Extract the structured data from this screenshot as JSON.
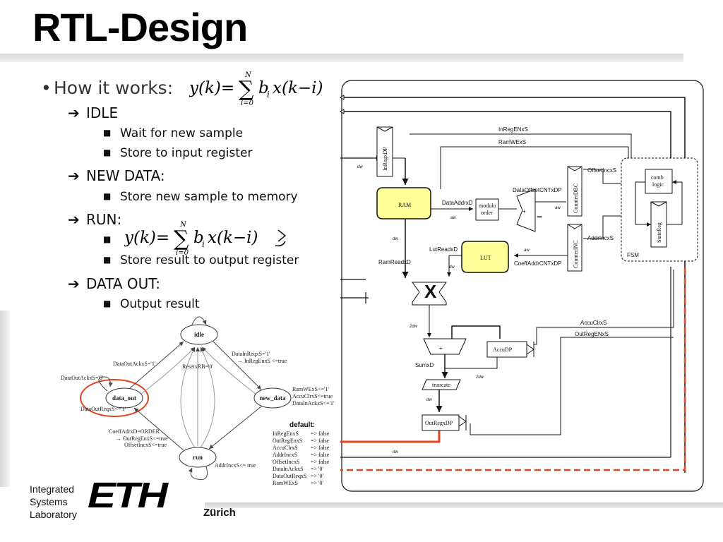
{
  "slide": {
    "title": "RTL-Design",
    "bullet_main": "How it works:",
    "equation_main": "y(k) = ∑ bᵢx(k − i)",
    "sum_upper": "N",
    "sum_lower": "i=0",
    "states": [
      {
        "name": "IDLE",
        "items": [
          "Wait for new sample",
          "Store to input register"
        ]
      },
      {
        "name": "NEW DATA:",
        "items": [
          "Store new sample to memory"
        ]
      },
      {
        "name": "RUN:",
        "items": [
          "Store result to output register"
        ]
      },
      {
        "name": "DATA OUT:",
        "items": [
          "Output result"
        ]
      }
    ],
    "run_equation": "y(k) = ∑ bᵢx(k − i)"
  },
  "state_machine": {
    "states": [
      "idle",
      "new_data",
      "run",
      "data_out"
    ],
    "highlight_state": "data_out",
    "transitions": {
      "idle_new": "DataInReqxS='1'",
      "idle_new_2": "→ InRegEnxS <=true",
      "newdata_out_1": "RamWExS<='1'",
      "newdata_out_2": "AccuClrxS<=true",
      "newdata_out_3": "DataInAckxS<='1'",
      "reset": "ResetxRB='0'",
      "dataout_idle": "DataOutAckxS='1'",
      "dataout_self": "DataOutAckxS='0'",
      "dataout_req": "DataOutReqxS<='1'",
      "run_out_1": "CoeffAdrxD=ORDER",
      "run_out_2": "→ OutRegEnxS<=true",
      "run_out_3": "OffsetIncxS<=true",
      "run_self": "AddrIncxS<= true"
    }
  },
  "defaults": {
    "heading": "default:",
    "rows": [
      {
        "k": "InRegEnxS",
        "v": "=> false"
      },
      {
        "k": "OutRegEnxS",
        "v": "=> false"
      },
      {
        "k": "AccuClrxS",
        "v": "=> false"
      },
      {
        "k": "AddrIncxS",
        "v": "=> false"
      },
      {
        "k": "OffsetIncxS",
        "v": "=> false"
      },
      {
        "k": "DataInAckxS",
        "v": "=> '0'"
      },
      {
        "k": "DataOutReqxS",
        "v": "=> '0'"
      },
      {
        "k": "RamWExS",
        "v": "=> '0'"
      }
    ]
  },
  "circuit": {
    "inreg": "InRegxDP",
    "ram": "RAM",
    "modulo": [
      "modulo",
      "order"
    ],
    "lut": "LUT",
    "counter_dbc": "CounterDBC",
    "counter_inc": "CounterINC",
    "comb_logic": [
      "comb",
      "logic"
    ],
    "statereg": "StateReg",
    "fsm": "FSM",
    "accu": "AccuDP",
    "truncate": "truncate",
    "outreg": "OutRegxDP",
    "sig_inregen": "InRegENxS",
    "sig_ramwe": "RamWExS",
    "sig_offsetinc": "OffsetIncxS",
    "sig_dataoffset": "DataOffsetCNTxDP",
    "sig_dataaddr": "DataAddrxD",
    "sig_addrinc": "AddrIncxS",
    "sig_lutread": "LutReadxD",
    "sig_coeffaddr": "CoeffAddrCNTxDP",
    "sig_ramread": "RamReadxD",
    "sig_accuclr": "AccuClrxS",
    "sig_outregen": "OutRegENxS",
    "sig_sum": "SumxD",
    "w_dw": "dw",
    "w_aw": "aw",
    "w_2dw": "2dw",
    "plus": "+",
    "minus": "−"
  },
  "footer": {
    "lab": [
      "Integrated",
      "Systems",
      "Laboratory"
    ],
    "eth": "ETH",
    "city": "Zürich"
  },
  "colors": {
    "highlight_red": "#e0451d",
    "ram_fill": "#ffff99",
    "dashed_red": "#e0451d"
  }
}
